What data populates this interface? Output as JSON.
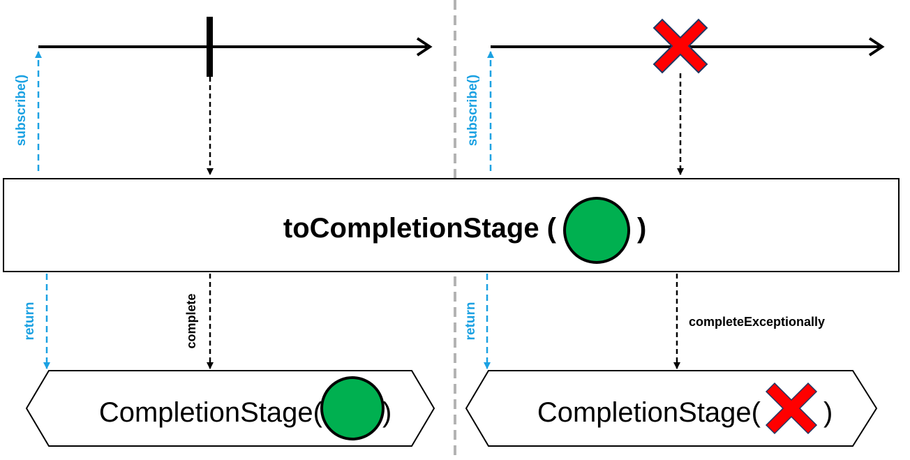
{
  "operator": {
    "prefix": "toCompletionStage (",
    "suffix": ")"
  },
  "left_panel": {
    "subscribe_label": "subscribe()",
    "return_label": "return",
    "signal_label": "complete",
    "result_prefix": "CompletionStage(",
    "result_suffix": ")"
  },
  "right_panel": {
    "subscribe_label": "subscribe()",
    "return_label": "return",
    "signal_label": "completeExceptionally",
    "result_prefix": "CompletionStage(",
    "result_suffix": ")"
  },
  "colors": {
    "accent_blue": "#1ba1e2",
    "item_green": "#00b050",
    "error_red": "#ff0000",
    "divider_gray": "#b3b3b3"
  }
}
